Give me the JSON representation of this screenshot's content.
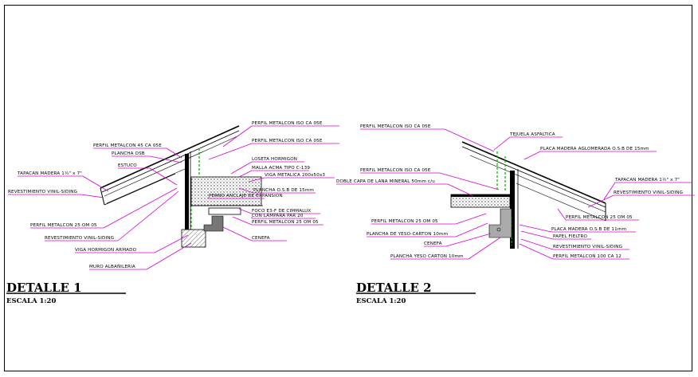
{
  "detalle1": {
    "title": "DETALLE 1",
    "scale": "ESCALA 1:20",
    "labels": [
      "PERFIL METALCON ISO CA 05E",
      "PERFIL METALCON 45 CA 05E",
      "PLANCHA OSB",
      "PERFIL METALCON ISO CA 05E",
      "ESTUCO",
      "LOSETA HORMIGON",
      "MALLA ACMA TIPO C-139",
      "TAPACAN MADERA 1½\" x 7\"",
      "VIGA METALICA 200x50x3",
      "REVESTIMIENTO VINIL-SIDING",
      "PLANCHA O.S.B DE 15mm",
      "PERNO ANCLAJE DE EXPANSION",
      "FOCO E3-F DE CIMMALUX",
      "CON LAMPARA PAR 20",
      "PERFIL METALCON 25 OM 05",
      "PERFIL METALCON 25 OM 05",
      "CENEFA",
      "REVESTIMIENTO VINIL-SIDING",
      "VIGA HORMIGON ARMADO",
      "MURO ALBAÑILERIA"
    ]
  },
  "detalle2": {
    "title": "DETALLE 2",
    "scale": "ESCALA 1:20",
    "labels": [
      "PERFIL METALCON ISO CA 05E",
      "TEJUELA ASFALTICA",
      "PLACA MADERA AGLOMERADA O.S.B DE 15mm",
      "PERFIL METALCON ISO CA 05E",
      "DOBLE CAPA DE LANA MINERAL 50mm c/u",
      "TAPACAN MADERA 1½\" x 7\"",
      "REVESTIMIENTO VINIL-SIDING",
      "PERFIL METALCON 25 OM 05",
      "PERFIL METALCON 25 OM 05",
      "PLANCHA DE YESO-CARTON 10mm",
      "PLACA MADERA O.S.B DE 11mm",
      "PAPEL FIELTRO",
      "CENEFA",
      "REVESTIMIENTO VINIL-SIDING",
      "PLANCHA YESO CARTON 10mm",
      "PERFIL METALCON 100 CA 12"
    ]
  },
  "colors": {
    "leader": "#d400d4",
    "insulation": "#00b000",
    "line": "#000000"
  }
}
